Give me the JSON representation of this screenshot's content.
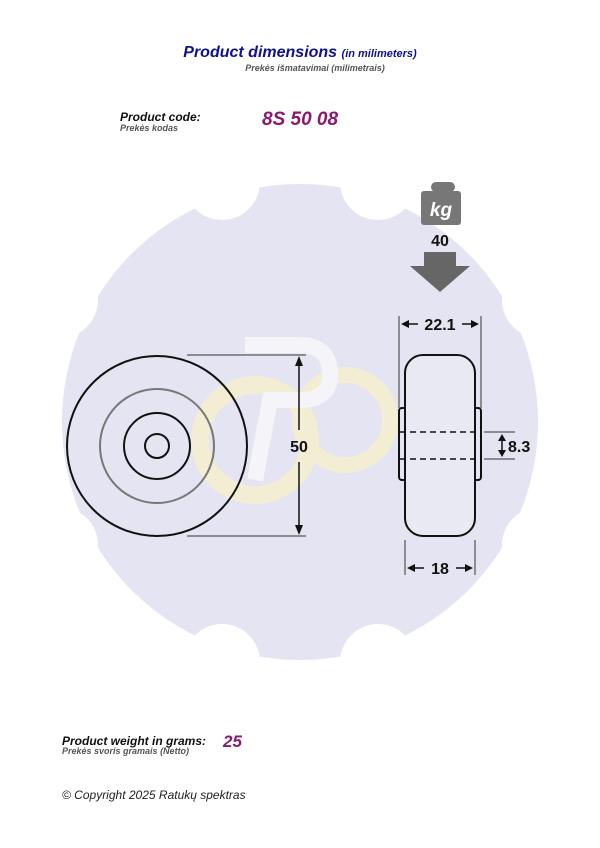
{
  "header": {
    "title": "Product dimensions",
    "title_suffix": "(in milimeters)",
    "subtitle": "Prekės išmatavimai (milimetrais)"
  },
  "product_code": {
    "label": "Product code:",
    "sublabel": "Prekės kodas",
    "value": "8S 50 08"
  },
  "diagram": {
    "load_unit": "kg",
    "load_value": "40",
    "diameter": "50",
    "overall_width": "22.1",
    "bore": "8.3",
    "tread_width": "18"
  },
  "weight": {
    "label": "Product weight in grams:",
    "sublabel": "Prekės svoris gramais (Netto)",
    "value": "25"
  },
  "footer": {
    "copyright": "© Copyright 2025 Ratukų spektras"
  },
  "colors": {
    "title": "#101090",
    "accent": "#8a1a6e",
    "watermark": "#e4e4f2"
  }
}
